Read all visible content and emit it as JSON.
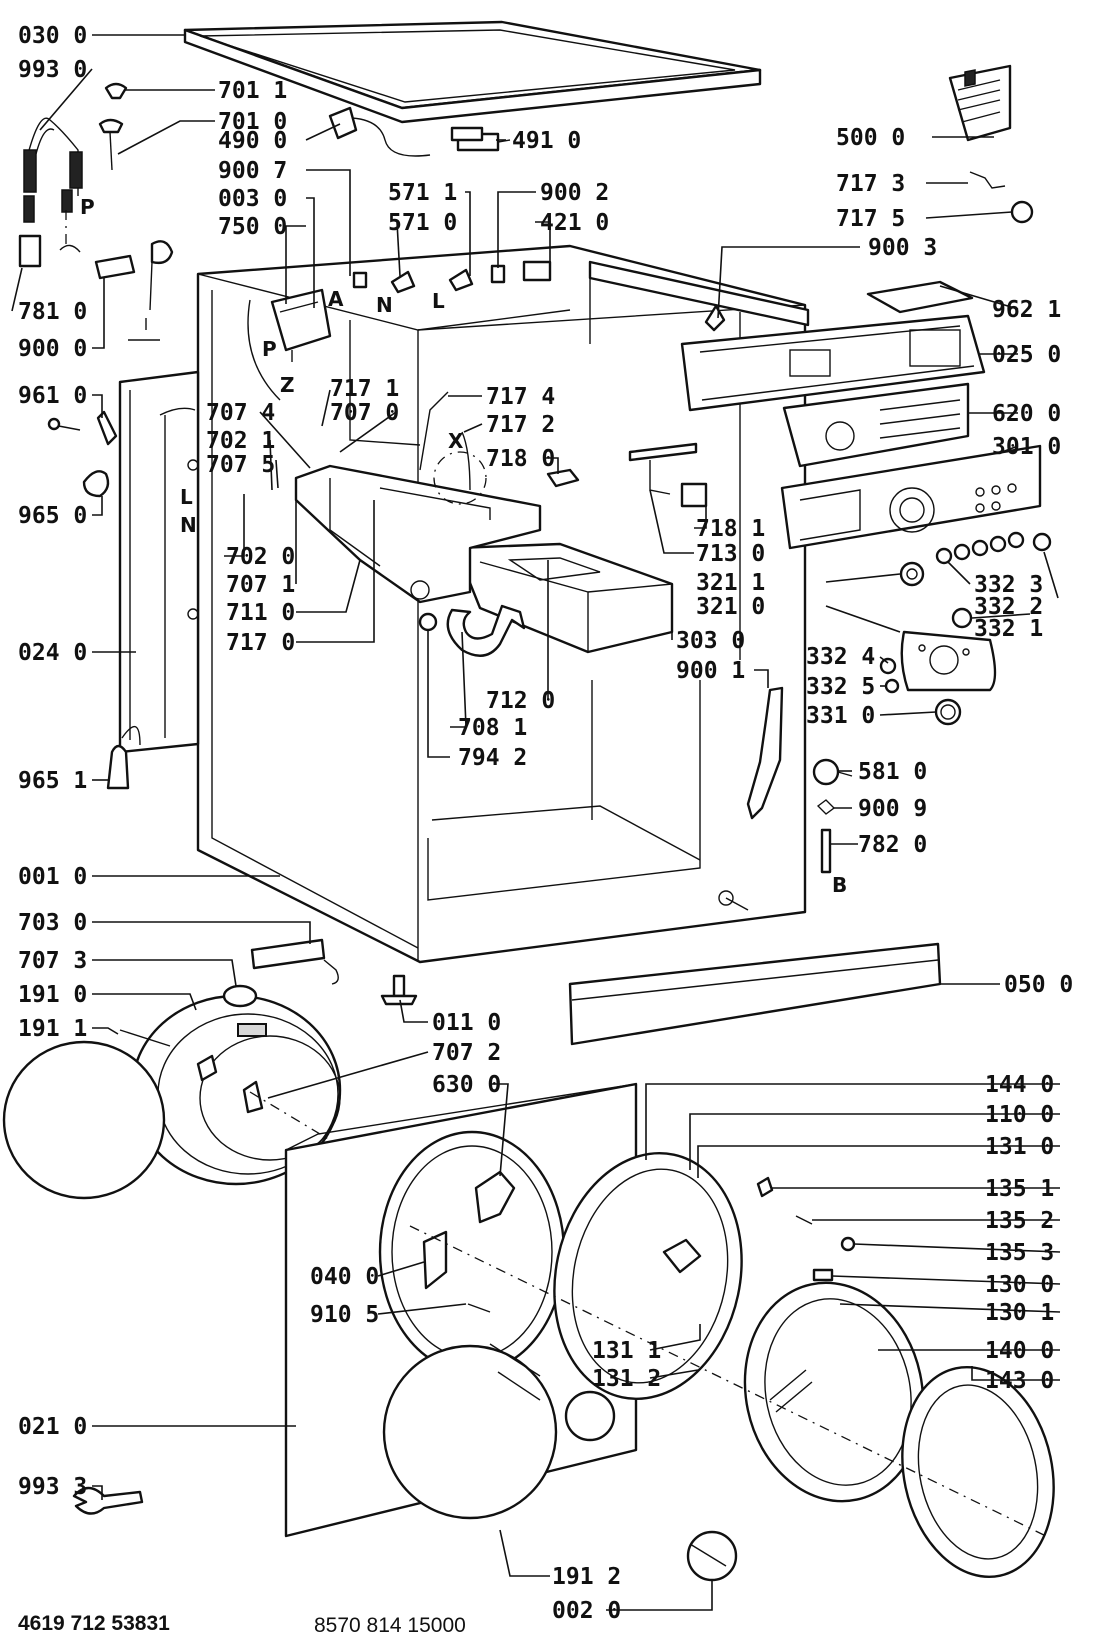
{
  "labels": {
    "l030_0": "030 0",
    "l993_0": "993 0",
    "l701_1": "701 1",
    "l701_0": "701 0",
    "l490_0": "490 0",
    "l491_0": "491 0",
    "l900_7": "900 7",
    "l003_0": "003 0",
    "l750_0": "750 0",
    "l571_1": "571 1",
    "l571_0": "571 0",
    "l900_2": "900 2",
    "l421_0": "421 0",
    "l900_3": "900 3",
    "l500_0": "500 0",
    "l717_3": "717 3",
    "l717_5": "717 5",
    "l962_1": "962 1",
    "l025_0": "025 0",
    "l620_0": "620 0",
    "l301_0": "301 0",
    "l781_0": "781 0",
    "l900_0": "900 0",
    "l961_0": "961 0",
    "l965_0": "965 0",
    "l717_1": "717 1",
    "l707_0": "707 0",
    "l707_4": "707 4",
    "l702_1": "702 1",
    "l707_5": "707 5",
    "l702_0": "702 0",
    "l707_1": "707 1",
    "l711_0": "711 0",
    "l717_0": "717 0",
    "l717_4": "717 4",
    "l717_2": "717 2",
    "l718_0": "718 0",
    "l718_1": "718 1",
    "l713_0": "713 0",
    "l321_1": "321 1",
    "l332_3": "332 3",
    "l332_2": "332 2",
    "l321_0": "321 0",
    "l332_1": "332 1",
    "l303_0": "303 0",
    "l900_1": "900 1",
    "l332_4": "332 4",
    "l332_5": "332 5",
    "l331_0": "331 0",
    "l712_0": "712 0",
    "l708_1": "708 1",
    "l794_2": "794 2",
    "l024_0": "024 0",
    "l965_1": "965 1",
    "l581_0": "581 0",
    "l900_9": "900 9",
    "l782_0": "782 0",
    "l001_0": "001 0",
    "l703_0": "703 0",
    "l707_3": "707 3",
    "l191_0": "191 0",
    "l191_1": "191 1",
    "l011_0": "011 0",
    "l707_2": "707 2",
    "l630_0": "630 0",
    "l050_0": "050 0",
    "l144_0": "144 0",
    "l110_0": "110 0",
    "l131_0": "131 0",
    "l135_1": "135 1",
    "l135_2": "135 2",
    "l135_3": "135 3",
    "l040_0": "040 0",
    "l130_0": "130 0",
    "l910_5": "910 5",
    "l130_1": "130 1",
    "l131_1": "131 1",
    "l131_2": "131 2",
    "l140_0": "140 0",
    "l143_0": "143 0",
    "l021_0": "021 0",
    "l993_3": "993 3",
    "l191_2": "191 2",
    "l002_0": "002 0"
  },
  "letters": {
    "p1": "P",
    "p2": "P",
    "a": "A",
    "z": "Z",
    "n1": "N",
    "l1": "L",
    "x": "X",
    "l2": "L",
    "n2": "N",
    "b": "B"
  },
  "footer": {
    "code_left": "4619 712 53831",
    "code_right": "8570 814 15000"
  }
}
